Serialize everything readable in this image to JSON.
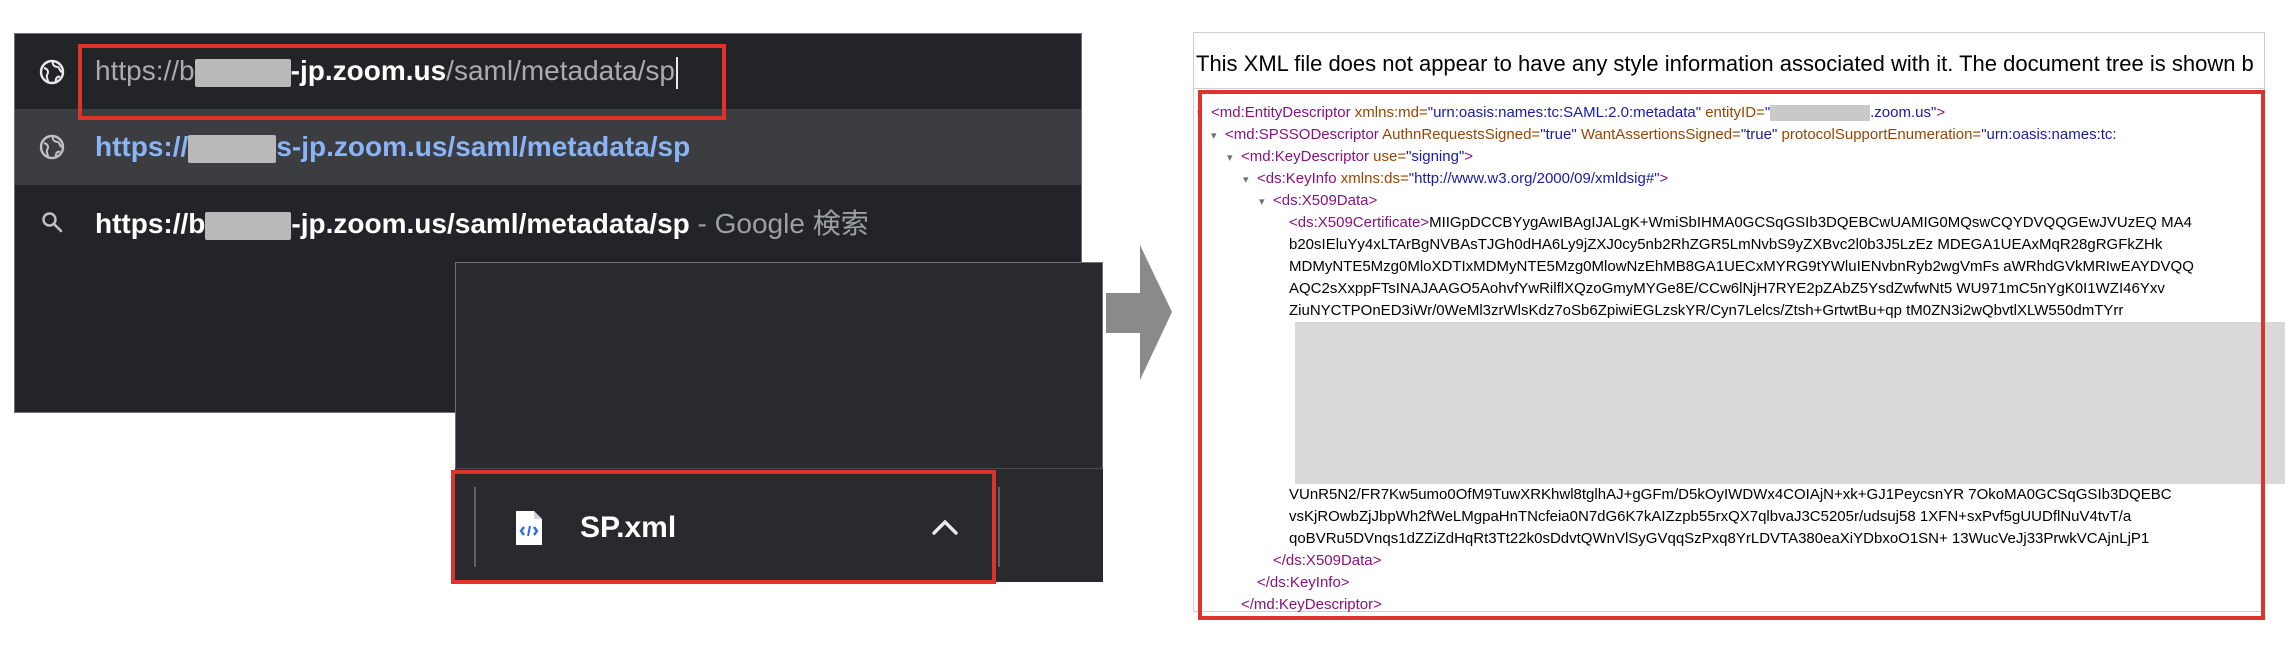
{
  "browser": {
    "address_bar": {
      "prefix": "https://b",
      "host_visible": "-jp.zoom.us",
      "path": "/saml/metadata/sp"
    },
    "suggestions": [
      {
        "text_prefix": "https://",
        "text_suffix": "s-jp.zoom.us/saml/metadata/sp",
        "icon": "globe-icon"
      },
      {
        "text_prefix": "https://b",
        "text_suffix": "-jp.zoom.us/saml/metadata/sp",
        "suffix_muted": " - Google 検索",
        "icon": "search-icon"
      }
    ],
    "download": {
      "filename": "SP.xml",
      "icon": "xml-file-icon",
      "menu_icon": "chevron-up-icon"
    }
  },
  "xml_viewer": {
    "info_text": "This XML file does not appear to have any style information associated with it. The document tree is shown b",
    "lines": [
      {
        "tag_open": "<md:EntityDescriptor",
        "attrs": " xmlns:md=",
        "v1": "\"urn:oasis:names:tc:SAML:2.0:metadata\"",
        "a2": " entityID=",
        "v2a": "\"",
        "v2b": ".zoom.us\"",
        "close": ">"
      },
      {
        "tag_open": "<md:SPSSODescriptor",
        "a1": " AuthnRequestsSigned=",
        "v1": "\"true\"",
        "a2": " WantAssertionsSigned=",
        "v2": "\"true\"",
        "a3": " protocolSupportEnumeration=",
        "v3": "\"urn:oasis:names:tc:"
      },
      {
        "tag_open": "<md:KeyDescriptor",
        "a1": " use=",
        "v1": "\"signing\"",
        "close": ">"
      },
      {
        "tag_open": "<ds:KeyInfo",
        "a1": " xmlns:ds=",
        "v1": "\"http://www.w3.org/2000/09/xmldsig#\"",
        "close": ">"
      },
      {
        "tag_open": "<ds:X509Data>"
      },
      {
        "tag_open": "<ds:X509Certificate>",
        "text": "MIIGpDCCBYygAwIBAgIJALgK+WmiSbIHMA0GCSqGSIb3DQEBCwUAMIG0MQswCQYDVQQGEwJVUzEQ MA4"
      },
      {
        "text": "b20sIEluYy4xLTArBgNVBAsTJGh0dHA6Ly9jZXJ0cy5nb2RhZGR5LmNvbS9yZXBvc2l0b3J5LzEz MDEGA1UEAxMqR28gRGFkZHk"
      },
      {
        "text": "MDMyNTE5Mzg0MloXDTIxMDMyNTE5Mzg0MlowNzEhMB8GA1UECxMYRG9tYWluIENvbnRyb2wgVmFs aWRhdGVkMRIwEAYDVQQ"
      },
      {
        "text": "AQC2sXxppFTsINAJAAGO5AohvfYwRilflXQzoGmyMYGe8E/CCw6lNjH7RYE2pZAbZ5YsdZwfwNt5 WU971mC5nYgK0I1WZI46Yxv"
      },
      {
        "text": "ZiuNYCTPOnED3iWr/0WeMl3zrWlsKdz7oSb6ZpiwiEGLzskYR/Cyn7Lelcs/Ztsh+GrtwtBu+qp tM0ZN3i2wQbvtlXLW550dmTYrr"
      },
      {
        "text": "VUnR5N2/FR7Kw5umo0OfM9TuwXRKhwl8tglhAJ+gGFm/D5kOyIWDWx4COIAjN+xk+GJ1PeycsnYR 7OkoMA0GCSqGSIb3DQEBC"
      },
      {
        "text": "vsKjROwbZjJbpWh2fWeLMgpaHnTNcfeia0N7dG6K7kAIZzpb55rxQX7qlbvaJ3C5205r/udsuj58 1XFN+sxPvf5gUUDflNuV4tvT/a"
      },
      {
        "text": "qoBVRu5DVnqs1dZZiZdHqRt3Tt22k0sDdvtQWnVlSyGVqqSzPxq8YrLDVTA380eaXiYDbxoO1SN+ 13WucVeJj33PrwkVCAjnLjP1"
      },
      {
        "tag_close": "</ds:X509Data>"
      },
      {
        "tag_close": "</ds:KeyInfo>"
      },
      {
        "tag_close": "</md:KeyDescriptor>"
      }
    ]
  },
  "colors": {
    "highlight_red": "#e0322c",
    "browser_bg": "#232427",
    "suggestion_blue": "#8ab4f8",
    "xml_tag": "#881280",
    "xml_attr_name": "#994500",
    "xml_attr_value": "#1a1aa6"
  }
}
